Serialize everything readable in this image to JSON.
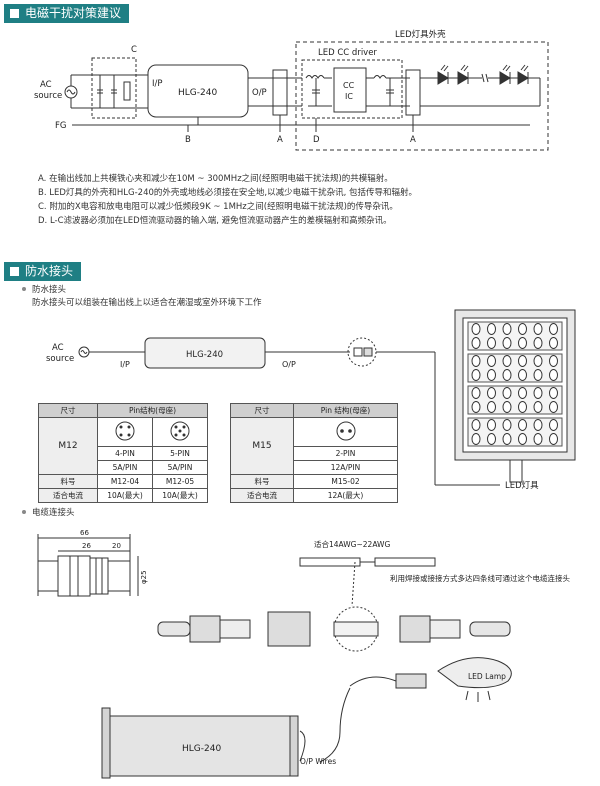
{
  "emi_section": {
    "title": "电磁干扰对策建议",
    "led_housing_label": "LED灯具外壳",
    "driver_box_label": "LED CC driver",
    "label_c": "C",
    "label_b": "B",
    "label_a1": "A",
    "label_a2": "A",
    "label_d": "D",
    "ac_source": [
      "AC",
      "source"
    ],
    "fg": "FG",
    "ip": "I/P",
    "op": "O/P",
    "driver_name": "HLG-240",
    "cc_ic": [
      "CC",
      "IC"
    ],
    "notes": [
      "A. 在输出线加上共模铁心夹和减少在10M ~ 300MHz之间(经照明电磁干扰法规)的共模辐射。",
      "B. LED灯具的外壳和HLG-240的外壳或地线必须接在安全地,以减少电磁干扰杂讯, 包括传导和辐射。",
      "C. 附加的X电容和放电电阻可以减少低频段9K ~ 1MHz之间(经照明电磁干扰法规)的传导杂讯。",
      "D. L-C滤波器必须加在LED恒流驱动器的输入端, 避免恒流驱动器产生的差模辐射和高频杂讯。"
    ]
  },
  "waterproof_section": {
    "title": "防水接头",
    "subtitle": "防水接头",
    "description": "防水接头可以组装在输出线上以适合在潮湿或室外环境下工作",
    "ac_source": [
      "AC",
      "source"
    ],
    "ip": "I/P",
    "op": "O/P",
    "driver_name": "HLG-240",
    "led_fixture_label": "LED灯具",
    "table_left": {
      "header_size": "尺寸",
      "header_pin": "Pin结构(母座)",
      "size": "M12",
      "pins": [
        "4-PIN",
        "5-PIN"
      ],
      "ratings": [
        "5A/PIN",
        "5A/PIN"
      ],
      "part_label": "料号",
      "parts": [
        "M12-04",
        "M12-05"
      ],
      "current_label": "适合电流",
      "currents": [
        "10A(最大)",
        "10A(最大)"
      ]
    },
    "table_right": {
      "header_size": "尺寸",
      "header_pin": "Pin 结构(母座)",
      "size": "M15",
      "pins": [
        "2-PIN"
      ],
      "ratings": [
        "12A/PIN"
      ],
      "part_label": "料号",
      "parts": [
        "M15-02"
      ],
      "current_label": "适合电流",
      "currents": [
        "12A(最大)"
      ]
    }
  },
  "cable_section": {
    "subtitle": "电缆连接头",
    "dim_total": "66",
    "dim_left": "26",
    "dim_right": "20",
    "dim_dia": "φ25",
    "awg_label": "适合14AWG~22AWG",
    "description": "利用焊接或接接方式多达四条线可通过这个电缆连接头",
    "led_lamp": "LED Lamp",
    "driver_name": "HLG-240",
    "op_wires": "O/P Wires"
  }
}
